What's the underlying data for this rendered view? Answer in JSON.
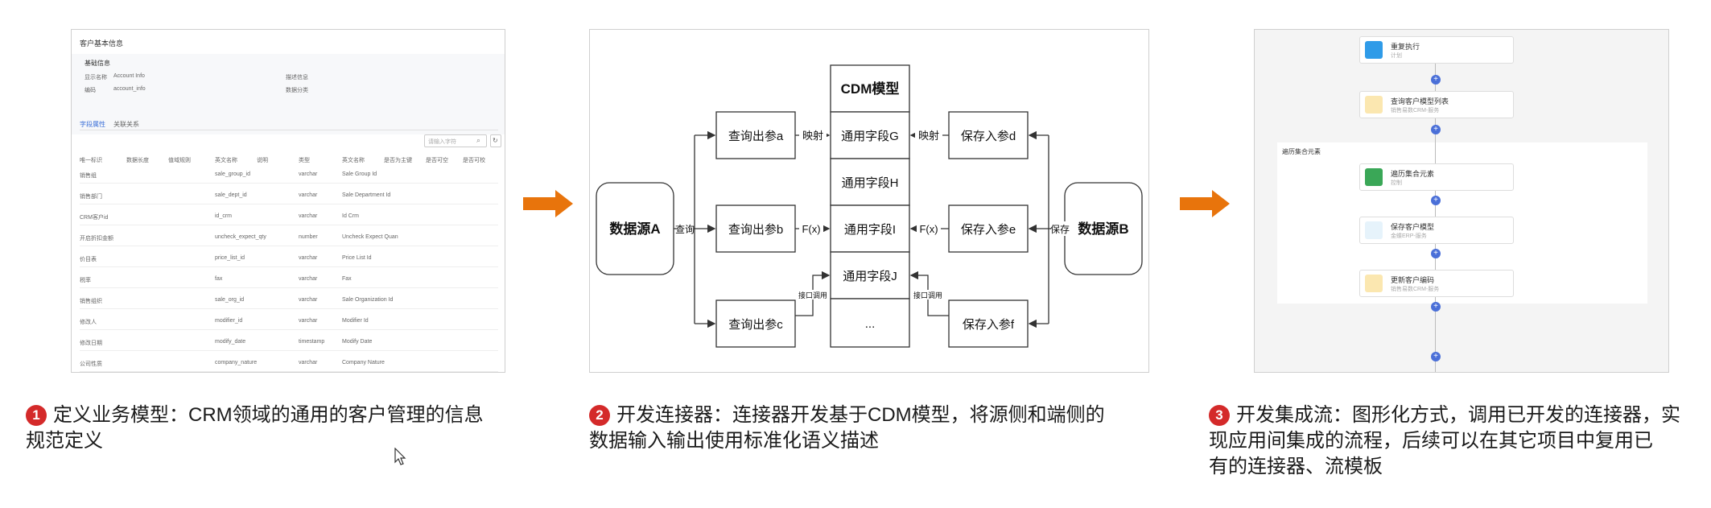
{
  "panel1": {
    "title": "客户基本信息",
    "section": "基础信息",
    "fields": [
      {
        "k": "显示名称",
        "v": "Account Info",
        "k2": "描述信息"
      },
      {
        "k": "编码",
        "v": "account_info",
        "k2": "数据分类"
      }
    ],
    "tabs": [
      "字段属性",
      "关联关系"
    ],
    "search_placeholder": "请输入字符",
    "columns": [
      "唯一标识",
      "数据长度",
      "值域规则",
      "英文名称",
      "说明",
      "类型",
      "英文名称",
      "是否为主键",
      "是否可空",
      "是否可校"
    ],
    "rows": [
      [
        "销售组",
        "sale_group_id",
        "varchar",
        "Sale Group Id"
      ],
      [
        "销售部门",
        "sale_dept_id",
        "varchar",
        "Sale Department Id"
      ],
      [
        "CRM客户id",
        "id_crm",
        "varchar",
        "Id Crm"
      ],
      [
        "开启折扣金额",
        "uncheck_expect_qty",
        "number",
        "Uncheck Expect Quan"
      ],
      [
        "价目表",
        "price_list_id",
        "varchar",
        "Price List Id"
      ],
      [
        "税率",
        "fax",
        "varchar",
        "Fax"
      ],
      [
        "销售组织",
        "sale_org_id",
        "varchar",
        "Sale Organization Id"
      ],
      [
        "修改人",
        "modifier_id",
        "varchar",
        "Modifier Id"
      ],
      [
        "修改日期",
        "modify_date",
        "timestamp",
        "Modify Date"
      ],
      [
        "公司性质",
        "company_nature",
        "varchar",
        "Company Nature"
      ]
    ]
  },
  "panel2": {
    "source_a": "数据源A",
    "source_b": "数据源B",
    "cdm_title": "CDM模型",
    "cdm_fields": [
      "通用字段G",
      "通用字段H",
      "通用字段I",
      "通用字段J",
      "..."
    ],
    "left_boxes": [
      "查询出参a",
      "查询出参b",
      "查询出参c"
    ],
    "right_boxes": [
      "保存入参d",
      "保存入参e",
      "保存入参f"
    ],
    "lbl_query": "查询",
    "lbl_save": "保存",
    "lbl_map": "映射",
    "lbl_fx": "F(x)",
    "lbl_call": "接口调用"
  },
  "panel3": {
    "cards": [
      {
        "title": "重复执行",
        "sub": "计划",
        "color": "#2f9be8"
      },
      {
        "title": "查询客户模型列表",
        "sub": "销售易数CRM-服务",
        "color": "#f0b429"
      },
      {
        "title": "遍历集合元素",
        "sub": "控制",
        "color": "#3aa757"
      },
      {
        "title": "保存客户模型",
        "sub": "金蝶ERP-服务",
        "color": "#2a9bd8"
      },
      {
        "title": "更新客户编码",
        "sub": "销售易数CRM-服务",
        "color": "#f0b429"
      }
    ],
    "loop_label": "遍历集合元素"
  },
  "captions": [
    {
      "num": "1",
      "line1": "定义业务模型：CRM领域的通用的客户管理的信息",
      "line2": "规范定义"
    },
    {
      "num": "2",
      "line1": "开发连接器：连接器开发基于CDM模型，将源侧和端侧的",
      "line2": "数据输入输出使用标准化语义描述"
    },
    {
      "num": "3",
      "line1": "开发集成流：图形化方式，调用已开发的连接器，实",
      "line2": "现应用间集成的流程，后续可以在其它项目中复用已",
      "line3": "有的连接器、流模板"
    }
  ],
  "colors": {
    "arrow": "#e8740c",
    "badge": "#d42a2a"
  }
}
